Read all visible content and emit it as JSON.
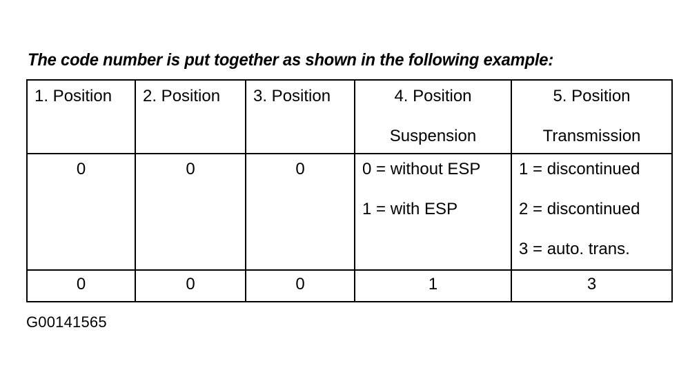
{
  "intro": {
    "text": "The code number is put together as shown in the following example:"
  },
  "table": {
    "headers": [
      {
        "line1": "1. Position",
        "line2": ""
      },
      {
        "line1": "2. Position",
        "line2": ""
      },
      {
        "line1": "3. Position",
        "line2": ""
      },
      {
        "line1": "4. Position",
        "line2": "Suspension"
      },
      {
        "line1": "5. Position",
        "line2": "Transmission"
      }
    ],
    "description_row": [
      {
        "lines": [
          "0"
        ]
      },
      {
        "lines": [
          "0"
        ]
      },
      {
        "lines": [
          "0"
        ]
      },
      {
        "lines": [
          "0 = without ESP",
          "1 = with ESP"
        ]
      },
      {
        "lines": [
          "1 = discontinued",
          "2 = discontinued",
          "3 = auto. trans."
        ]
      }
    ],
    "example_row": [
      "0",
      "0",
      "0",
      "1",
      "3"
    ]
  },
  "caption": {
    "text": "G00141565"
  },
  "colors": {
    "background": "#ffffff",
    "text": "#000000",
    "border": "#000000"
  }
}
